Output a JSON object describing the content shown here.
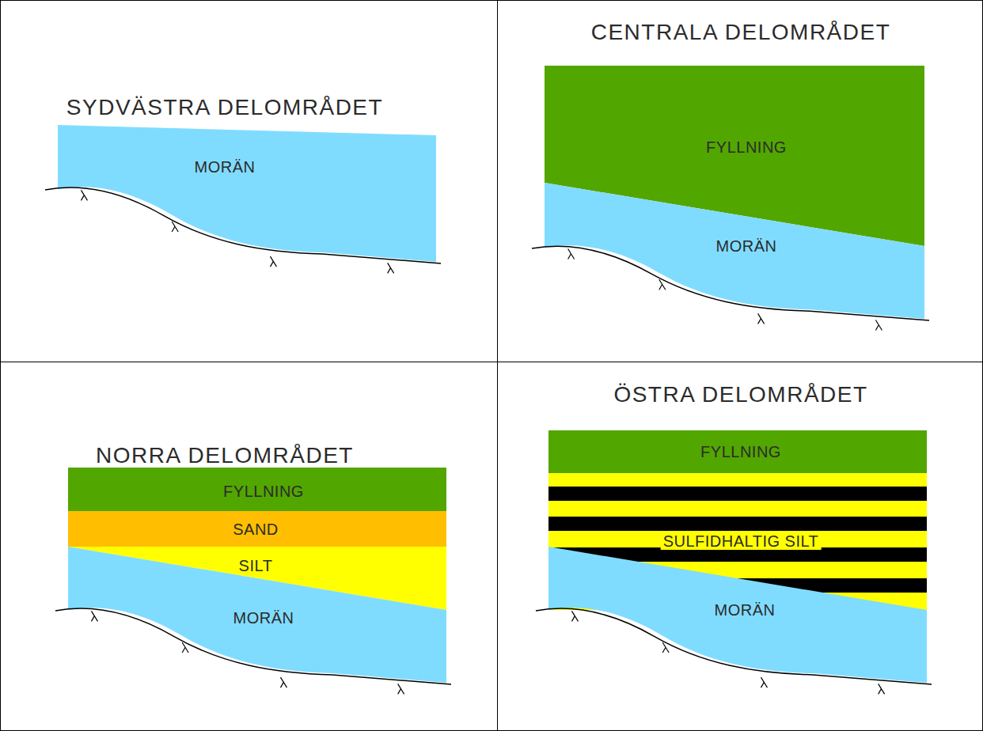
{
  "diagram": {
    "nodes": [
      {
        "text": [
          "SYDVÄSTRA DELOMRÅDET"
        ]
      },
      {
        "text": [
          "MORÄN"
        ],
        "in": 0
      },
      {
        "text": [
          "CENTRALA DELOMRÅDET"
        ]
      },
      {
        "text": [
          "FYLLNING"
        ],
        "in": 2
      },
      {
        "text": [
          "MORÄN"
        ],
        "in": 2
      },
      {
        "text": [
          "NORRA DELOMRÅDET"
        ]
      },
      {
        "text": [
          "FYLLNING"
        ],
        "in": 5
      },
      {
        "text": [
          "SAND"
        ],
        "in": 5
      },
      {
        "text": [
          "SILT"
        ],
        "in": 5
      },
      {
        "text": [
          "MORÄN"
        ],
        "in": 5
      },
      {
        "text": [
          "ÖSTRA DELOMRÅDET"
        ]
      },
      {
        "text": [
          "FYLLNING"
        ],
        "in": 10
      },
      {
        "text": [
          "SULFIDHALTIG SILT"
        ],
        "in": 10
      },
      {
        "text": [
          "MORÄN"
        ],
        "in": 10
      }
    ]
  }
}
